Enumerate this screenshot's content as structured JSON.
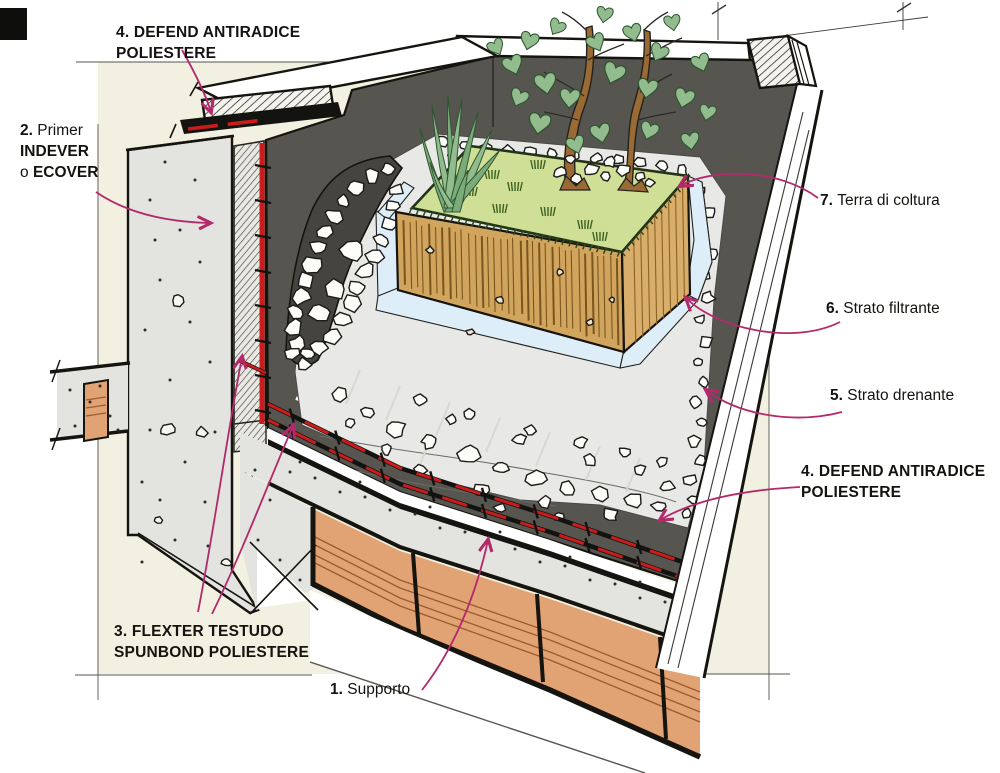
{
  "figure": {
    "kind": "technical construction detail, hand-sketched axonometric cutaway",
    "subject": "Green roof (roof garden) waterproofing stratigraphy"
  },
  "colors": {
    "background_cream": "#f2f0e1",
    "membrane_dark": "#575550",
    "membrane_shadow": "#454440",
    "membrane_red": "#cc1b1b",
    "leader_magenta": "#b3296b",
    "brick": "#e2a374",
    "brick_striation": "#9c5a2e",
    "concrete": "#e3e3e0",
    "drainage_field": "#e8e9e6",
    "filter_blue": "#ddeef9",
    "soil_tan": "#d2a55e",
    "soil_stroke": "#7a551d",
    "grass_green": "#cfe096",
    "grass_stroke": "#3f6022",
    "leaf_green": "#92bc8d",
    "leaf_stroke": "#2f5531",
    "trunk_brown": "#996a33",
    "ink": "#1c1b19"
  },
  "callouts": {
    "supporto": {
      "num": "1.",
      "text": "Supporto"
    },
    "primer": {
      "num": "2.",
      "word": "Primer",
      "brand1": "INDEVER",
      "conj": "o",
      "brand2": "ECOVER"
    },
    "flexter": {
      "num": "3.",
      "line1": "FLEXTER TESTUDO",
      "line2": "SPUNBOND POLIESTERE"
    },
    "defend_top": {
      "num": "4.",
      "line1": "DEFEND ANTIRADICE",
      "line2": "POLIESTERE"
    },
    "defend_right": {
      "num": "4.",
      "line1": "DEFEND ANTIRADICE",
      "line2": "POLIESTERE"
    },
    "drenante": {
      "num": "5.",
      "text": "Strato drenante"
    },
    "filtrante": {
      "num": "6.",
      "text": "Strato filtrante"
    },
    "terra": {
      "num": "7.",
      "text": "Terra di coltura"
    }
  }
}
